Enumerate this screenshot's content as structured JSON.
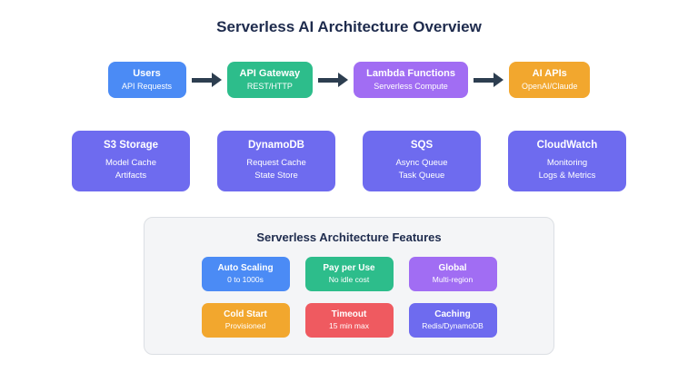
{
  "title": "Serverless AI Architecture Overview",
  "flow": {
    "nodes": [
      {
        "title": "Users",
        "subtitle": "API Requests",
        "color": "#4b8bf5"
      },
      {
        "title": "API Gateway",
        "subtitle": "REST/HTTP",
        "color": "#2dbd8b"
      },
      {
        "title": "Lambda Functions",
        "subtitle": "Serverless Compute",
        "color": "#a16df3"
      },
      {
        "title": "AI APIs",
        "subtitle": "OpenAI/Claude",
        "color": "#f2a72e"
      }
    ]
  },
  "services": [
    {
      "title": "S3 Storage",
      "lines": [
        "Model Cache",
        "Artifacts"
      ]
    },
    {
      "title": "DynamoDB",
      "lines": [
        "Request Cache",
        "State Store"
      ]
    },
    {
      "title": "SQS",
      "lines": [
        "Async Queue",
        "Task Queue"
      ]
    },
    {
      "title": "CloudWatch",
      "lines": [
        "Monitoring",
        "Logs & Metrics"
      ]
    }
  ],
  "features_panel": {
    "title": "Serverless Architecture Features",
    "features": [
      {
        "title": "Auto Scaling",
        "subtitle": "0 to 1000s",
        "color": "#4b8bf5"
      },
      {
        "title": "Pay per Use",
        "subtitle": "No idle cost",
        "color": "#2dbd8b"
      },
      {
        "title": "Global",
        "subtitle": "Multi-region",
        "color": "#a16df3"
      },
      {
        "title": "Cold Start",
        "subtitle": "Provisioned",
        "color": "#f2a72e"
      },
      {
        "title": "Timeout",
        "subtitle": "15 min max",
        "color": "#ef5a60"
      },
      {
        "title": "Caching",
        "subtitle": "Redis/DynamoDB",
        "color": "#6e6bef"
      }
    ]
  },
  "colors": {
    "service_box": "#6e6bef",
    "arrow": "#2d3e50",
    "heading_text": "#1e2b4d",
    "panel_bg": "#f4f5f7"
  }
}
